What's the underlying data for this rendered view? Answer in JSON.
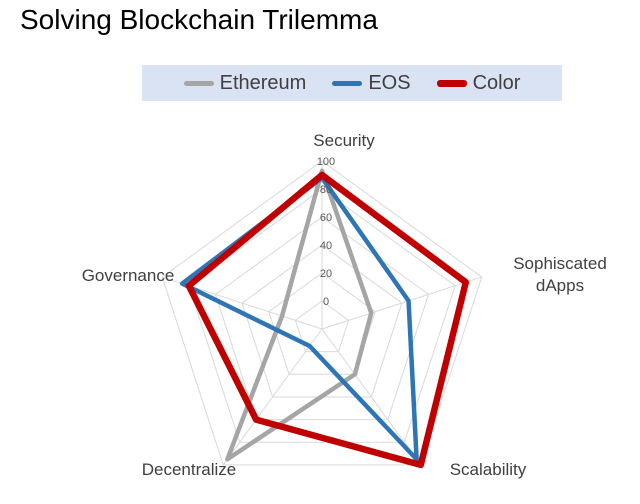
{
  "chart_data": {
    "type": "radar",
    "title": "Solving Blockchain Trilemma",
    "categories": [
      "Security",
      "Sophiscated dApps",
      "Scalability",
      "Decentralize",
      "Governance"
    ],
    "category_lines": [
      [
        "Security"
      ],
      [
        "Sophiscated",
        "dApps"
      ],
      [
        "Scalability"
      ],
      [
        "Decentralize"
      ],
      [
        "Governance"
      ]
    ],
    "r_ticks": [
      "100",
      "80",
      "60",
      "40",
      "20",
      "0"
    ],
    "tick_values": [
      100,
      80,
      60,
      40,
      20,
      0
    ],
    "r_range": [
      -20,
      100
    ],
    "legend_position": "top",
    "series": [
      {
        "name": "Ethereum",
        "color": "#a5a5a5",
        "values": [
          93,
          17,
          20,
          95,
          10
        ]
      },
      {
        "name": "EOS",
        "color": "#2e75b6",
        "values": [
          88,
          45,
          95,
          -5,
          85
        ]
      },
      {
        "name": "Color",
        "color": "#c00000",
        "values": [
          90,
          88,
          100,
          60,
          80
        ]
      }
    ]
  }
}
